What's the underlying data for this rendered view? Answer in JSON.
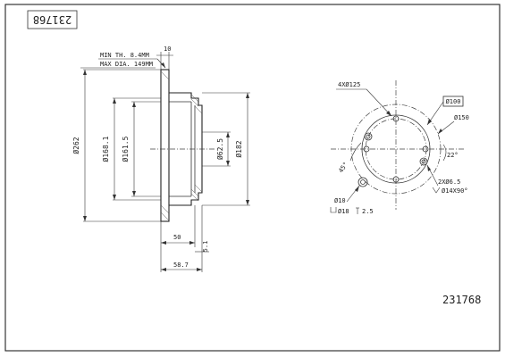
{
  "drawing": {
    "part_number": "231768",
    "part_number_rotated": "231768"
  },
  "section_view": {
    "min_thickness": "MIN TH. 8.4MM",
    "max_diameter": "MAX DIA. 149MM",
    "thickness": "10",
    "dia_outer": "Ø262",
    "dia_friction_inner": "Ø168.1",
    "dia_hub": "Ø161.5",
    "dia_center": "Ø62.5",
    "dia_hub_face": "Ø182",
    "depth": "50",
    "flange": "5.1",
    "overall_height": "58.7"
  },
  "bolt_view": {
    "bolt_pattern": "4XØ125",
    "center_hole_label": "Ø100",
    "pcd_label": "Ø150",
    "angle_small": "22°",
    "angle_45": "45°",
    "small_holes": "2XØ6.5",
    "countersink": "Ø14X90°",
    "ring_hole": "Ø10",
    "counterbore": "Ø18",
    "counterbore_depth": "2.5"
  }
}
